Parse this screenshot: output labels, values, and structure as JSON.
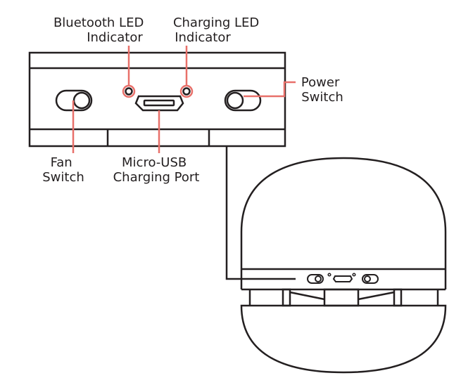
{
  "labels": {
    "bluetooth_led": [
      "Bluetooth LED",
      "Indicator"
    ],
    "charging_led": [
      "Charging LED",
      "Indicator"
    ],
    "power_switch": [
      "Power",
      "Switch"
    ],
    "fan_switch": [
      "Fan",
      "Switch"
    ],
    "micro_usb": [
      "Micro-USB",
      "Charging Port"
    ]
  },
  "colors": {
    "outline": "#231f20",
    "callout": "#e8706a",
    "background": "#ffffff"
  }
}
